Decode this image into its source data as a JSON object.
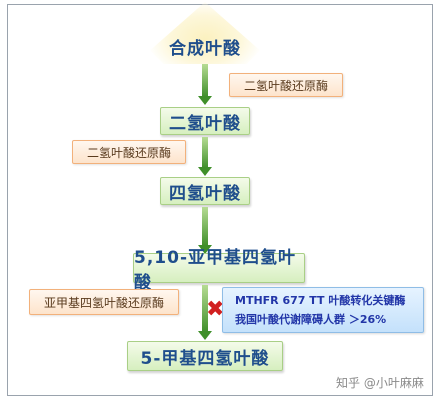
{
  "diagram": {
    "nodes": [
      {
        "label": "合成叶酸"
      },
      {
        "label": "二氢叶酸"
      },
      {
        "label": "四氢叶酸"
      },
      {
        "label": "5,10-亚甲基四氢叶酸"
      },
      {
        "label": "5-甲基四氢叶酸"
      }
    ],
    "enzymes": [
      {
        "label": "二氢叶酸还原酶"
      },
      {
        "label": "二氢叶酸还原酶"
      },
      {
        "label": "亚甲基四氢叶酸还原酶"
      }
    ],
    "note": {
      "line1": "MTHFR 677 TT  叶酸转化关键酶",
      "line2": "我国叶酸代谢障碍人群 ＞26%"
    },
    "block_mark": "✖",
    "watermark": "知乎 @小叶麻麻"
  },
  "colors": {
    "node_text": "#1f4e8c",
    "node_fill": "#d6efbf",
    "enzyme_fill": "#fde4cc",
    "enzyme_border": "#f2b17b",
    "note_fill": "#c4e1fb",
    "note_text": "#2236a8",
    "arrow": "#3f8f2a",
    "cross": "#d11f1f"
  }
}
